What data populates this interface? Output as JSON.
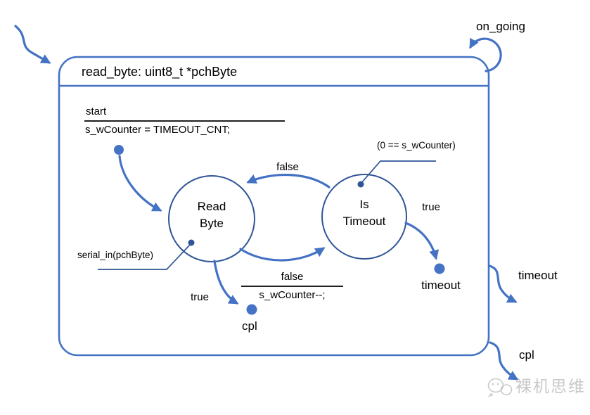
{
  "colors": {
    "arrow_blue": "#4472C4",
    "node_navy": "#2F5597",
    "text_black": "#000000",
    "watermark_gray": "#c9c9c9",
    "background": "#ffffff"
  },
  "frame": {
    "title": "read_byte: uint8_t *pchByte"
  },
  "entry_transition": {
    "event": "start",
    "action": "s_wCounter = TIMEOUT_CNT;"
  },
  "states": {
    "read_byte": {
      "line1": "Read",
      "line2": "Byte"
    },
    "is_timeout": {
      "line1": "Is",
      "line2": "Timeout"
    }
  },
  "transitions": {
    "is_timeout_to_read_byte": {
      "guard": "false"
    },
    "read_byte_to_is_timeout": {
      "guard": "false",
      "action": "s_wCounter--;"
    },
    "read_byte_complete": {
      "guard": "true",
      "terminal": "cpl"
    },
    "is_timeout_expired": {
      "guard": "true",
      "terminal": "timeout"
    },
    "self_loop": {
      "event": "on_going"
    }
  },
  "callouts": {
    "serial_in": "serial_in(pchByte)",
    "counter_check": "(0 == s_wCounter)"
  },
  "exits": {
    "timeout": "timeout",
    "cpl": "cpl"
  },
  "watermark": {
    "text": "裸机思维"
  }
}
